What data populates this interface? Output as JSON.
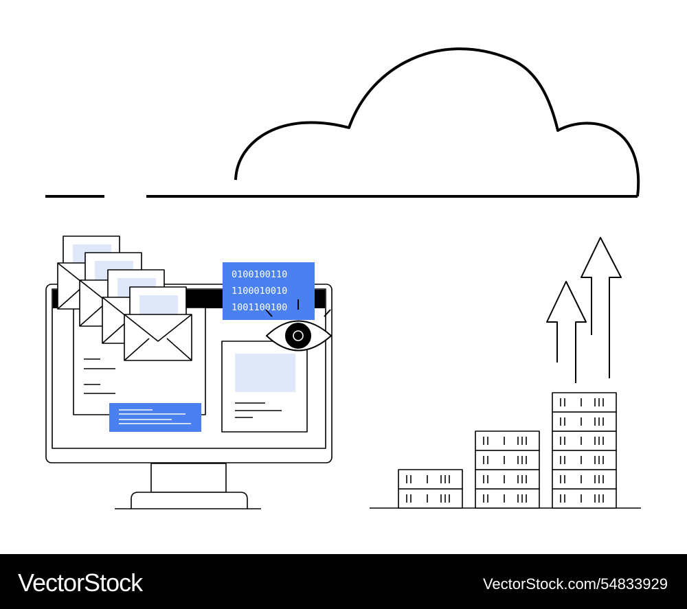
{
  "illustration": {
    "binary_lines": [
      "0100100110",
      "1100010010",
      "1001100100"
    ],
    "colors": {
      "accent": "#4b80f0",
      "light_accent": "#dfe8f9",
      "stroke": "#000000",
      "background": "#ffffff"
    },
    "icons": [
      "cloud-icon",
      "monitor-icon",
      "envelope-icon",
      "binary-card-icon",
      "eye-icon",
      "server-rack-icon",
      "up-arrow-icon"
    ]
  },
  "footer": {
    "brand": "VectorStock",
    "image_id": "VectorStock.com/54833929"
  }
}
